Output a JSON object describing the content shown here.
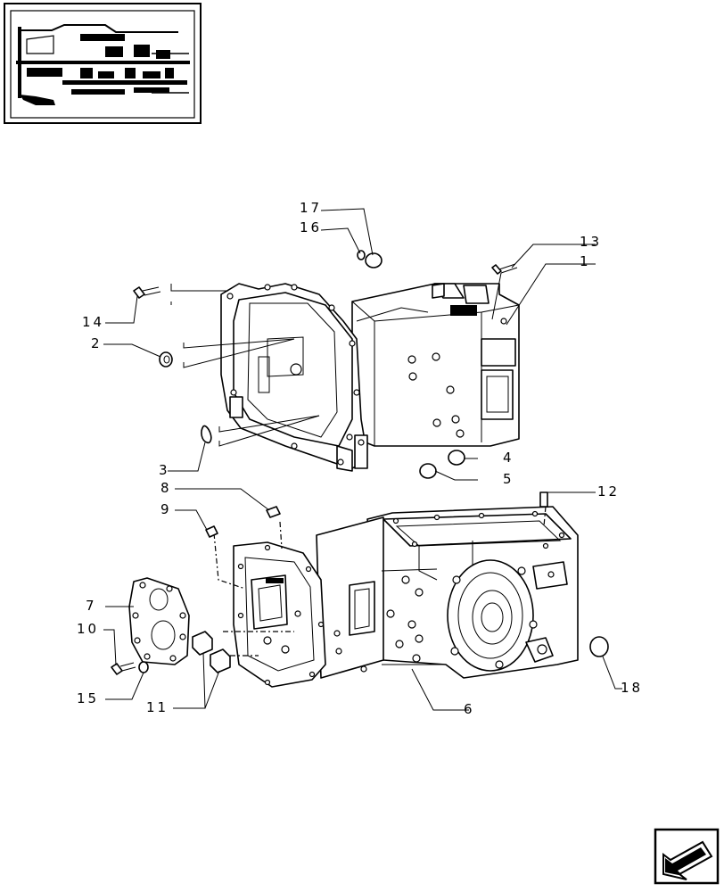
{
  "callouts": [
    {
      "id": "c17",
      "text": "17"
    },
    {
      "id": "c16",
      "text": "16"
    },
    {
      "id": "c13",
      "text": "13"
    },
    {
      "id": "c1",
      "text": "1"
    },
    {
      "id": "c14",
      "text": "14"
    },
    {
      "id": "c2",
      "text": "2"
    },
    {
      "id": "c3",
      "text": "3"
    },
    {
      "id": "c4",
      "text": "4"
    },
    {
      "id": "c5",
      "text": "5"
    },
    {
      "id": "c8",
      "text": "8"
    },
    {
      "id": "c9",
      "text": "9"
    },
    {
      "id": "c12",
      "text": "12"
    },
    {
      "id": "c7",
      "text": "7"
    },
    {
      "id": "c10",
      "text": "10"
    },
    {
      "id": "c15",
      "text": "15"
    },
    {
      "id": "c11",
      "text": "11"
    },
    {
      "id": "c6",
      "text": "6"
    },
    {
      "id": "c18",
      "text": "18"
    }
  ],
  "icons": {
    "thumbnail": "transmission-section-thumbnail",
    "nav": "previous-page-arrow-icon"
  }
}
